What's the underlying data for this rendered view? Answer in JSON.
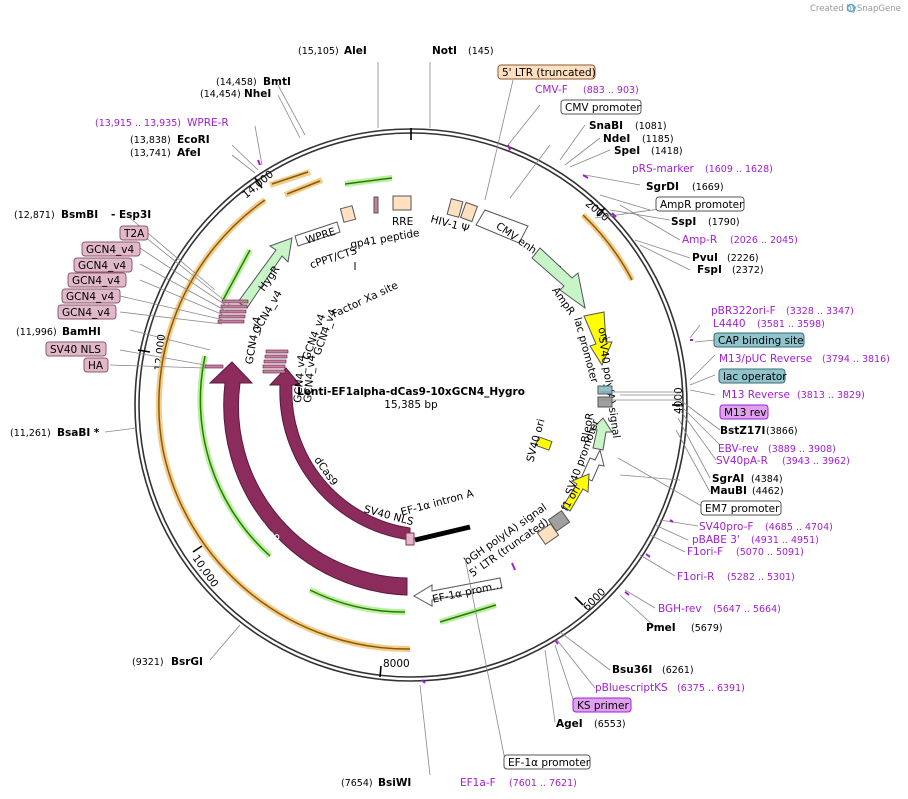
{
  "credit": {
    "created_by": "Created by",
    "brand": "SnapGene"
  },
  "center": {
    "name": "Lenti-EF1alpha-dCas9-10xGCN4_Hygro",
    "length": "15,385 bp"
  },
  "ticks": [
    "2000",
    "4000",
    "6000",
    "8000",
    "10,000",
    "12,000",
    "14,000"
  ],
  "sites_right": [
    {
      "name": "NotI",
      "coord": "(145)"
    },
    {
      "name": "SnaBI",
      "coord": "(1081)"
    },
    {
      "name": "NdeI",
      "coord": "(1185)"
    },
    {
      "name": "SpeI",
      "coord": "(1418)"
    },
    {
      "name": "SgrDI",
      "coord": "(1669)"
    },
    {
      "name": "SspI",
      "coord": "(1790)"
    },
    {
      "name": "PvuI",
      "coord": "(2226)"
    },
    {
      "name": "FspI",
      "coord": "(2372)"
    },
    {
      "name": "BstZ17I",
      "coord": "(3866)"
    },
    {
      "name": "SgrAI",
      "coord": "(4384)"
    },
    {
      "name": "MauBI",
      "coord": "(4462)"
    },
    {
      "name": "PmeI",
      "coord": "(5679)"
    },
    {
      "name": "Bsu36I",
      "coord": "(6261)"
    },
    {
      "name": "AgeI",
      "coord": "(6553)"
    }
  ],
  "sites_left": [
    {
      "name": "AleI",
      "coord": "(15,105)"
    },
    {
      "name": "BmtI",
      "coord": "(14,458)"
    },
    {
      "name": "NheI",
      "coord": "(14,454)"
    },
    {
      "name": "EcoRI",
      "coord": "(13,838)"
    },
    {
      "name": "AfeI",
      "coord": "(13,741)"
    },
    {
      "name": "BsmBI",
      "coord": "(12,871)",
      "extra": "- Esp3I"
    },
    {
      "name": "BamHI",
      "coord": "(11,996)"
    },
    {
      "name": "BsaBI *",
      "coord": "(11,261)"
    },
    {
      "name": "BsrGI",
      "coord": "(9321)"
    },
    {
      "name": "BsiWI",
      "coord": "(7654)"
    }
  ],
  "primers": [
    {
      "name": "CMV-F",
      "coord": "(883 .. 903)"
    },
    {
      "name": "pRS-marker",
      "coord": "(1609 .. 1628)"
    },
    {
      "name": "Amp-R",
      "coord": "(2026 .. 2045)"
    },
    {
      "name": "pBR322ori-F",
      "coord": "(3328 .. 3347)"
    },
    {
      "name": "L4440",
      "coord": "(3581 .. 3598)"
    },
    {
      "name": "M13/pUC Reverse",
      "coord": "(3794 .. 3816)"
    },
    {
      "name": "M13 Reverse",
      "coord": "(3813 .. 3829)"
    },
    {
      "name": "EBV-rev",
      "coord": "(3889 .. 3908)"
    },
    {
      "name": "SV40pA-R",
      "coord": "(3943 .. 3962)"
    },
    {
      "name": "SV40pro-F",
      "coord": "(4685 .. 4704)"
    },
    {
      "name": "pBABE 3'",
      "coord": "(4931 .. 4951)"
    },
    {
      "name": "F1ori-F",
      "coord": "(5070 .. 5091)"
    },
    {
      "name": "F1ori-R",
      "coord": "(5282 .. 5301)"
    },
    {
      "name": "BGH-rev",
      "coord": "(5647 .. 5664)"
    },
    {
      "name": "pBluescriptKS",
      "coord": "(6375 .. 6391)"
    },
    {
      "name": "EF1a-F",
      "coord": "(7601 .. 7621)"
    },
    {
      "name": "WPRE-R",
      "coord": "(13,915 .. 13,935)"
    }
  ],
  "boxed": {
    "ltr5": "5' LTR (truncated)",
    "cmv_promoter": "CMV promoter",
    "ampr_promoter": "AmpR promoter",
    "cap_site": "CAP binding site",
    "lac_operator": "lac operator",
    "m13_rev": "M13 rev",
    "em7": "EM7 promoter",
    "ks_primer": "KS primer",
    "ef1a_promoter": "EF-1α promoter",
    "t2a": "T2A",
    "gcn4": [
      "GCN4_v4",
      "GCN4_v4",
      "GCN4_v4",
      "GCN4_v4",
      "GCN4_v4"
    ],
    "sv40nls": "SV40 NLS",
    "ha": "HA"
  },
  "features": {
    "hiv1_psi": "HIV-1 Ψ",
    "rre": "RRE",
    "gp41": "gp41 peptide",
    "cppt": "cPPT/CTS",
    "wpre": "WPRE",
    "hygr": "HygR",
    "factor_xa": "Factor Xa site",
    "cmv_enhancer": "CMV enhancer",
    "ampr": "AmpR",
    "ori": "ori",
    "lac_promoter": "lac promoter",
    "sv40_polya": "SV40 poly(A) signal",
    "sv40_ori": "SV40 ori",
    "sv40_promoter": "SV40 promoter",
    "bleor": "BleoR",
    "f1_ori": "f1 ori",
    "bgh": "bGH poly(A) signal",
    "ltr5t": "5' LTR (truncated)",
    "ef1a_intron": "EF-1α intron A",
    "sv40nls_inner": "SV40 NLS",
    "ef1a_prom_short": "EF-1α prom…",
    "dcas9": "dCas9",
    "cas9": "Cas9",
    "gcn4_inner": [
      "GCN4_v4",
      "GCN4_v4",
      "GCN4_v4",
      "GCN4_v4",
      "GCN4_v4",
      "GCN4_v4"
    ]
  },
  "colors": {
    "backbone": "#333333",
    "cas9": "#8b2c5c",
    "green_feature": "#c8f5c8",
    "orange_halo": "#f0c070",
    "ori": "#ffff00",
    "primer": "#a020d0",
    "tan": "#ffe0c0",
    "lac": "#8fc4cc",
    "pink_box": "#e0b8c8"
  }
}
